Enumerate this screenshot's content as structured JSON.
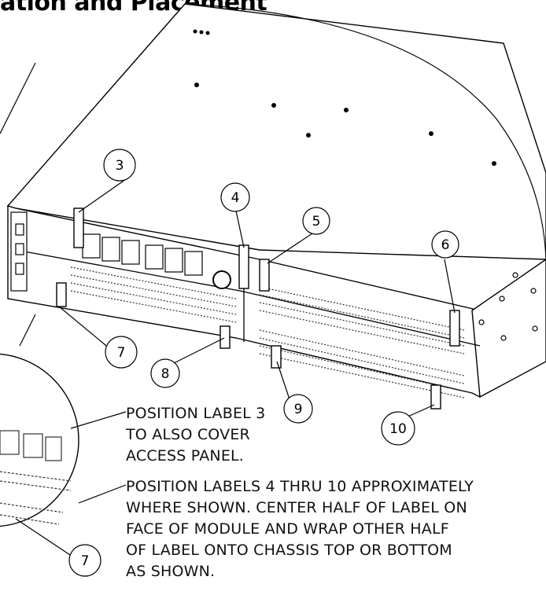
{
  "title": "ation and Placement",
  "callouts": [
    "3",
    "4",
    "5",
    "6",
    "7",
    "8",
    "9",
    "10",
    "7"
  ],
  "notes": {
    "label3": [
      "POSITION LABEL 3",
      "TO ALSO COVER",
      "ACCESS PANEL."
    ],
    "labels4to10": [
      "POSITION LABELS 4 THRU 10 APPROXIMATELY",
      "WHERE SHOWN. CENTER HALF OF LABEL ON",
      "FACE OF MODULE AND WRAP OTHER HALF",
      "OF LABEL ONTO CHASSIS TOP OR BOTTOM",
      "AS SHOWN."
    ]
  }
}
